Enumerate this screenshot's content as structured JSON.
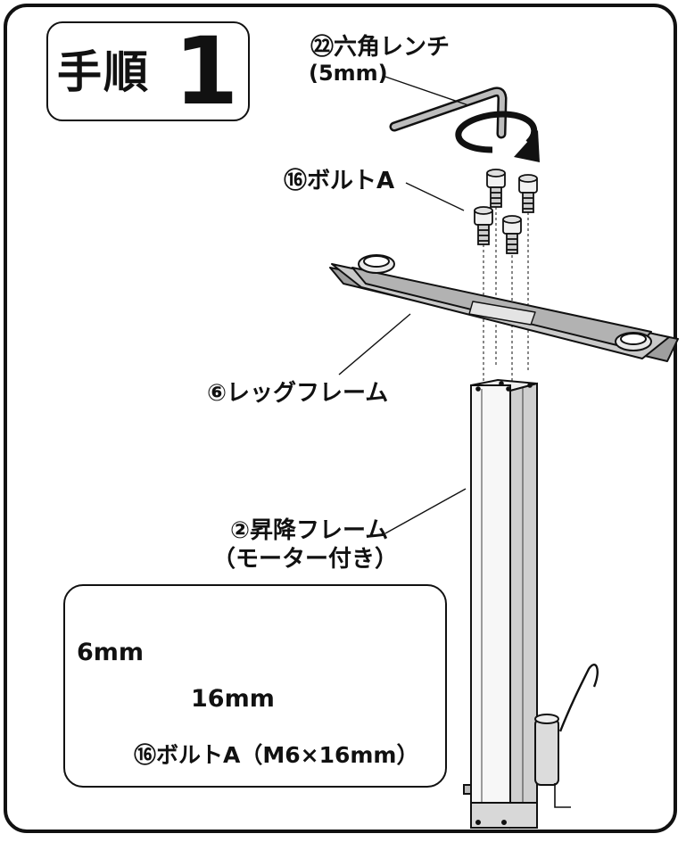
{
  "step": {
    "word": "手順",
    "number": "1"
  },
  "labels": {
    "wrench": {
      "name": "㉒六角レンチ",
      "size": "(5mm)"
    },
    "bolt": "⑯ボルトA",
    "leg_frame": "⑥レッグフレーム",
    "lift_frame": {
      "name": "②昇降フレーム",
      "note": "（モーター付き）"
    }
  },
  "detail": {
    "diameter": "6mm",
    "length": "16mm",
    "caption": "⑯ボルトA（M6×16mm）"
  }
}
